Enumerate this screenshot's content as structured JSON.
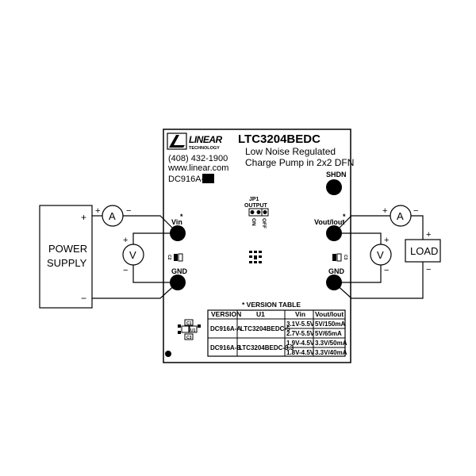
{
  "board": {
    "logo_text": "LINEAR",
    "logo_subtext": "TECHNOLOGY",
    "phone": "(408) 432-1900",
    "website": "www.linear.com",
    "board_id": "DC916A-",
    "part_number": "LTC3204BEDC",
    "description_line1": "Low Noise Regulated",
    "description_line2": "Charge Pump in 2x2 DFN"
  },
  "terminals": {
    "shdn": "SHDN",
    "vin": "Vin",
    "vin_star": "*",
    "gnd_left": "GND",
    "vout": "Vout/Iout",
    "vout_star": "*",
    "gnd_right": "GND"
  },
  "jumper": {
    "name": "JP1",
    "label": "OUTPUT",
    "on": "ON",
    "off": "OFF"
  },
  "components": {
    "c1": "C1",
    "c2": "C2",
    "c3": "C3",
    "u1": "U1"
  },
  "external": {
    "power_supply_line1": "POWER",
    "power_supply_line2": "SUPPLY",
    "load": "LOAD",
    "ammeter": "A",
    "voltmeter": "V",
    "plus": "+",
    "minus": "−"
  },
  "version_table": {
    "title": "* VERSION TABLE",
    "headers": [
      "VERSION",
      "U1",
      "Vin",
      "Vout/Iout"
    ],
    "rows": [
      {
        "version": "DC916A-A",
        "u1": "LTC3204BEDC-5",
        "vin_a": "3.1V-5.5V",
        "vout_a": "5V/150mA",
        "vin_b": "2.7V-5.5V",
        "vout_b": "5V/65mA"
      },
      {
        "version": "DC916A-B",
        "u1": "LTC3204BEDC-3.3",
        "vin_a": "1.9V-4.5V",
        "vout_a": "3.3V/50mA",
        "vin_b": "1.8V-4.5V",
        "vout_b": "3.3V/40mA"
      }
    ]
  }
}
